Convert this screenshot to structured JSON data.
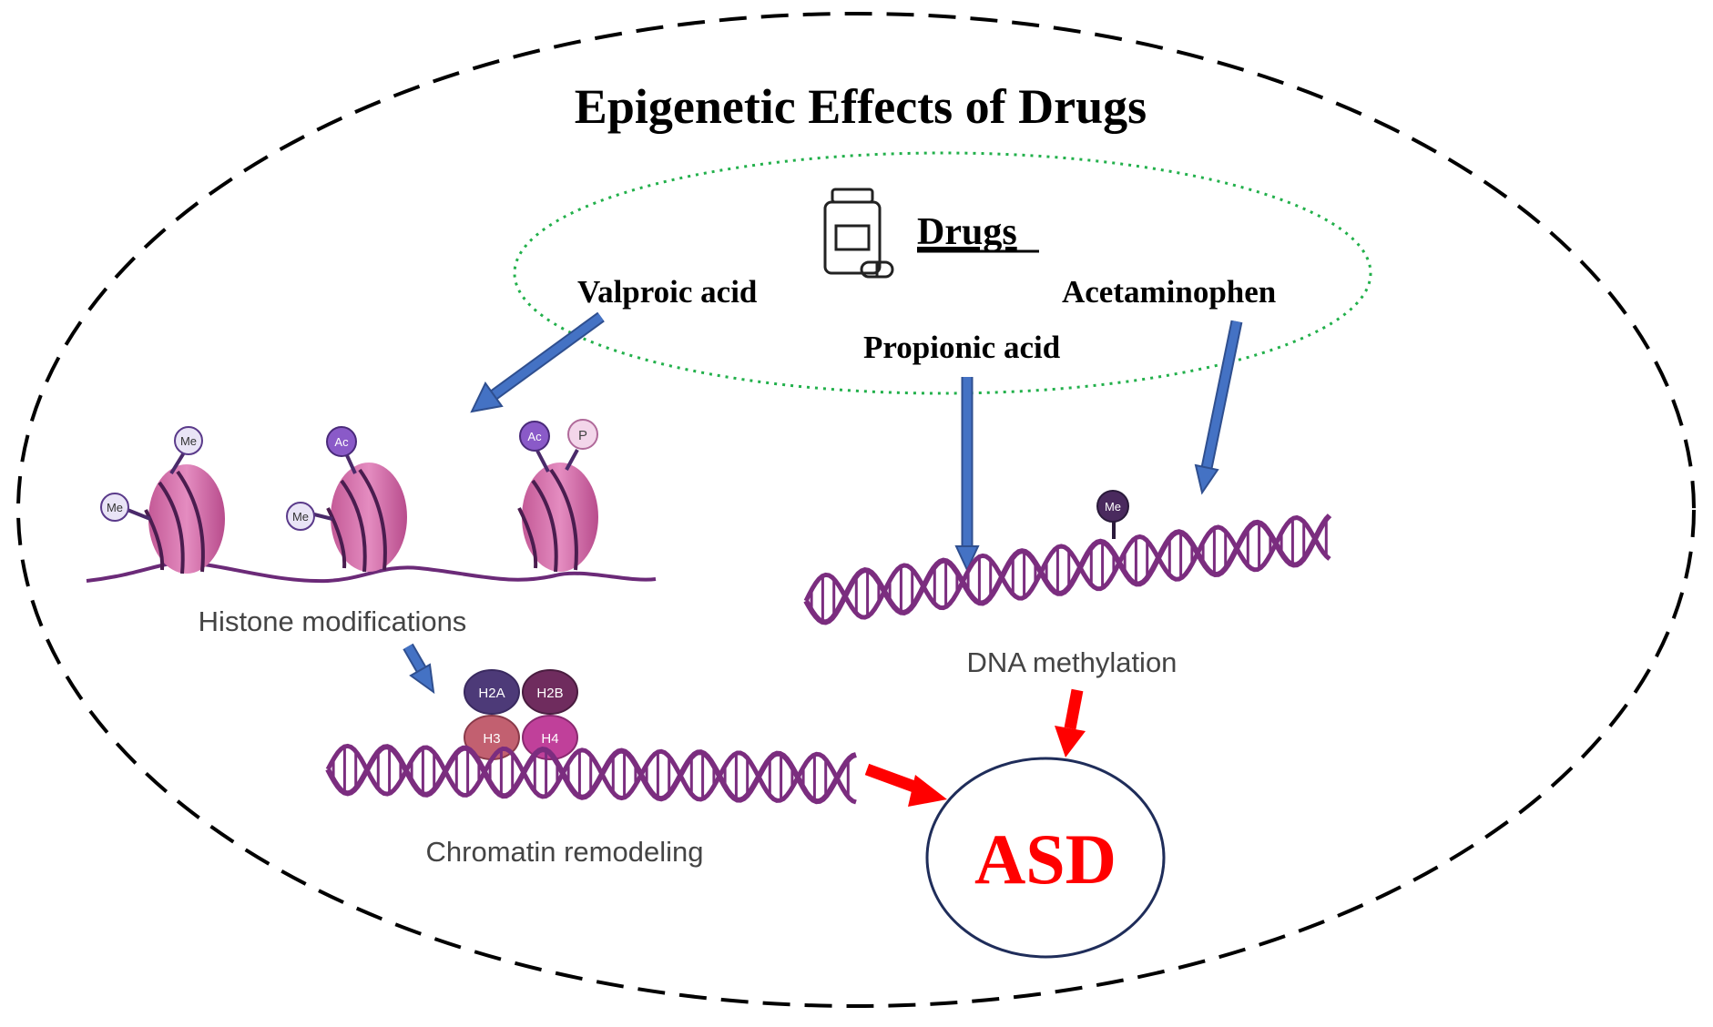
{
  "title": "Epigenetic Effects of Drugs",
  "drugs": {
    "heading": "Drugs",
    "items": [
      "Valproic acid",
      "Propionic acid",
      "Acetaminophen"
    ]
  },
  "labels": {
    "histone": "Histone modifications",
    "chromatin": "Chromatin remodeling",
    "dna": "DNA methylation",
    "outcome": "ASD"
  },
  "marks": {
    "me": "Me",
    "ac": "Ac",
    "p": "P",
    "h2a": "H2A",
    "h2b": "H2B",
    "h3": "H3",
    "h4": "H4"
  },
  "colors": {
    "arrow_blue": "#4472c4",
    "arrow_red": "#ff0000",
    "dna": "#7b2d7f",
    "nucleosome": "#d16aa6",
    "dotted_green": "#22b04b",
    "asd_circle": "#1f2d5a"
  }
}
